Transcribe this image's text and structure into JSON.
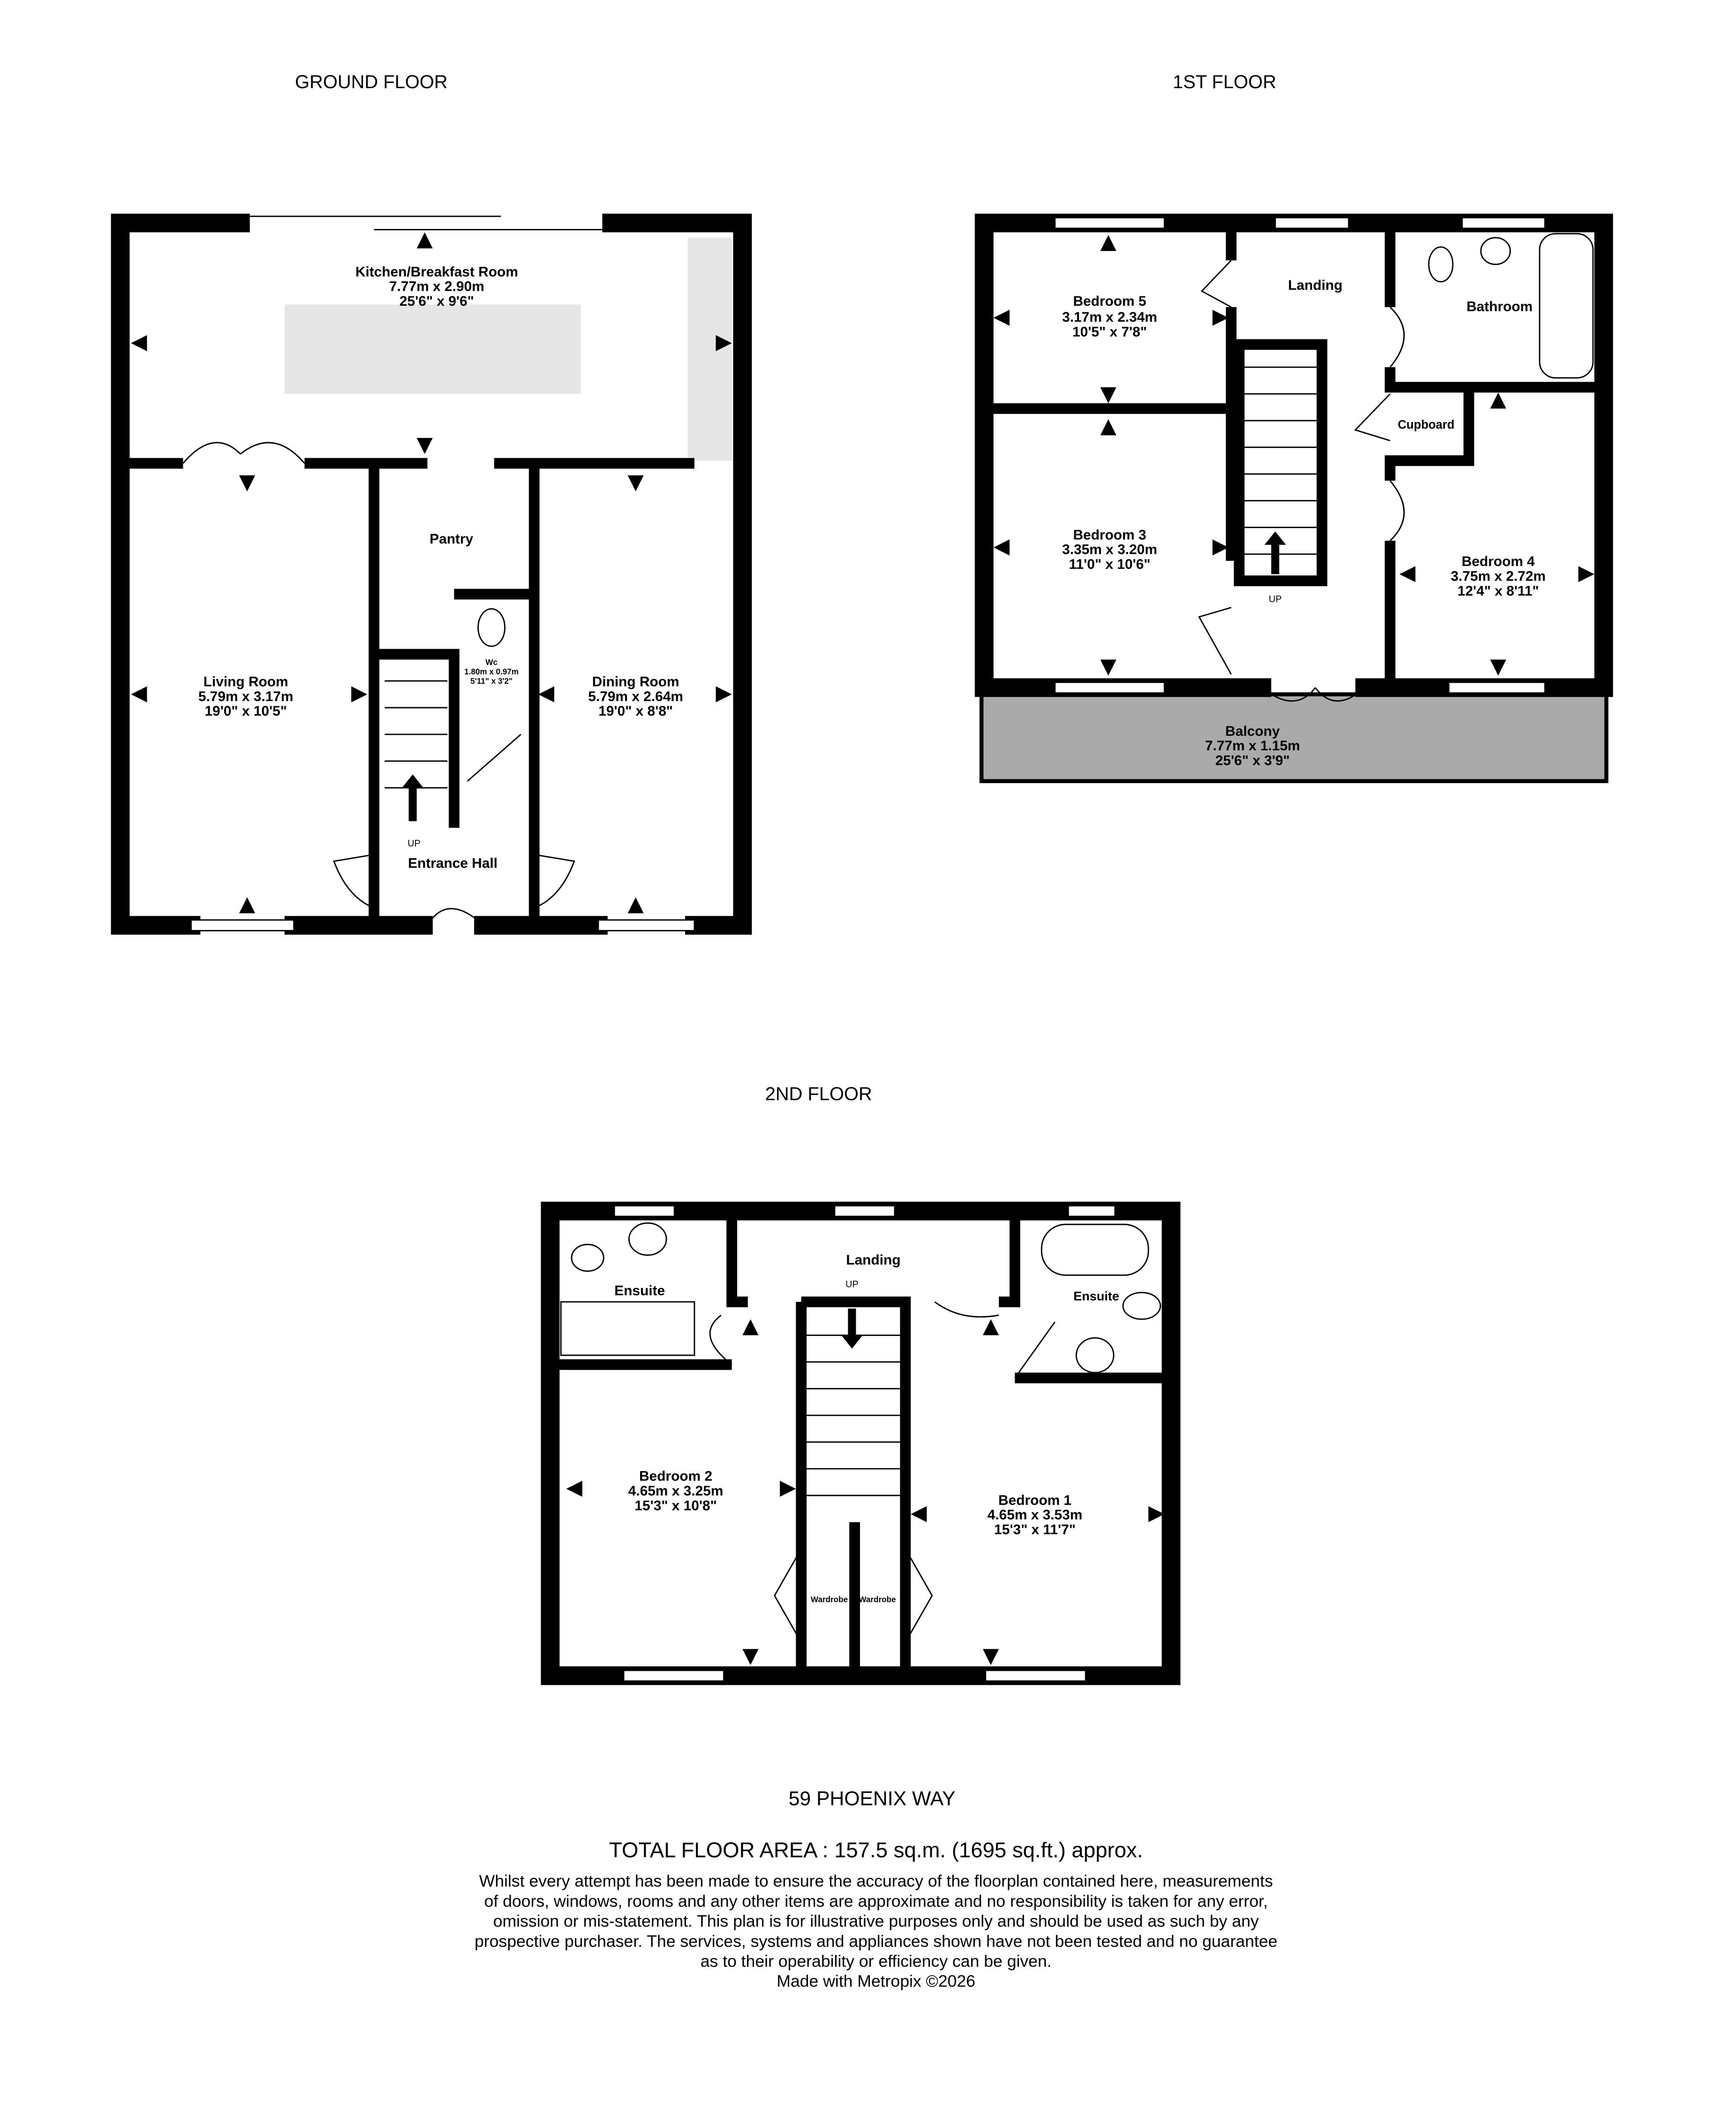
{
  "floors": {
    "ground": {
      "title": "GROUND FLOOR",
      "kitchen": {
        "name": "Kitchen/Breakfast Room",
        "metric": "7.77m  x 2.90m",
        "imperial": "25'6\"  x 9'6\""
      },
      "pantry": {
        "name": "Pantry"
      },
      "wc": {
        "name": "Wc",
        "metric": "1.80m  x 0.97m",
        "imperial": "5'11\"  x 3'2\""
      },
      "living": {
        "name": "Living Room",
        "metric": "5.79m  x 3.17m",
        "imperial": "19'0\"  x 10'5\""
      },
      "dining": {
        "name": "Dining Room",
        "metric": "5.79m  x 2.64m",
        "imperial": "19'0\"  x 8'8\""
      },
      "hall": {
        "name": "Entrance Hall"
      },
      "up": "UP"
    },
    "first": {
      "title": "1ST FLOOR",
      "bed5": {
        "name": "Bedroom 5",
        "metric": "3.17m  x 2.34m",
        "imperial": "10'5\"  x 7'8\""
      },
      "landing": {
        "name": "Landing"
      },
      "bathroom": {
        "name": "Bathroom"
      },
      "cupboard": {
        "name": "Cupboard"
      },
      "bed3": {
        "name": "Bedroom 3",
        "metric": "3.35m  x 3.20m",
        "imperial": "11'0\"  x 10'6\""
      },
      "bed4": {
        "name": "Bedroom 4",
        "metric": "3.75m  x 2.72m",
        "imperial": "12'4\"  x 8'11\""
      },
      "balcony": {
        "name": "Balcony",
        "metric": "7.77m  x 1.15m",
        "imperial": "25'6\"  x 3'9\""
      },
      "up": "UP"
    },
    "second": {
      "title": "2ND FLOOR",
      "ensuite_left": {
        "name": "Ensuite"
      },
      "ensuite_right": {
        "name": "Ensuite"
      },
      "landing": {
        "name": "Landing"
      },
      "up": "UP",
      "bed2": {
        "name": "Bedroom 2",
        "metric": "4.65m  x 3.25m",
        "imperial": "15'3\"  x 10'8\""
      },
      "bed1": {
        "name": "Bedroom 1",
        "metric": "4.65m  x 3.53m",
        "imperial": "15'3\"  x 11'7\""
      },
      "wardrobe_left": "Wardrobe",
      "wardrobe_right": "Wardrobe"
    }
  },
  "footer": {
    "address": "59 PHOENIX WAY",
    "area": "TOTAL FLOOR AREA : 157.5 sq.m. (1695 sq.ft.) approx.",
    "disclaimer": [
      "Whilst every attempt has been made to ensure the accuracy of the floorplan contained here, measurements",
      "of doors, windows, rooms and any other items are approximate and no responsibility is taken for any error,",
      "omission or mis-statement. This plan is for illustrative purposes only and should be used as such by any",
      "prospective purchaser. The services, systems and appliances shown have not been tested and no guarantee",
      "as to their operability or efficiency can be given."
    ],
    "credit": "Made with Metropix ©2026"
  },
  "colors": {
    "wall": "#000000",
    "balcony": "#aaaaaa",
    "worktop": "#e6e6e6"
  }
}
